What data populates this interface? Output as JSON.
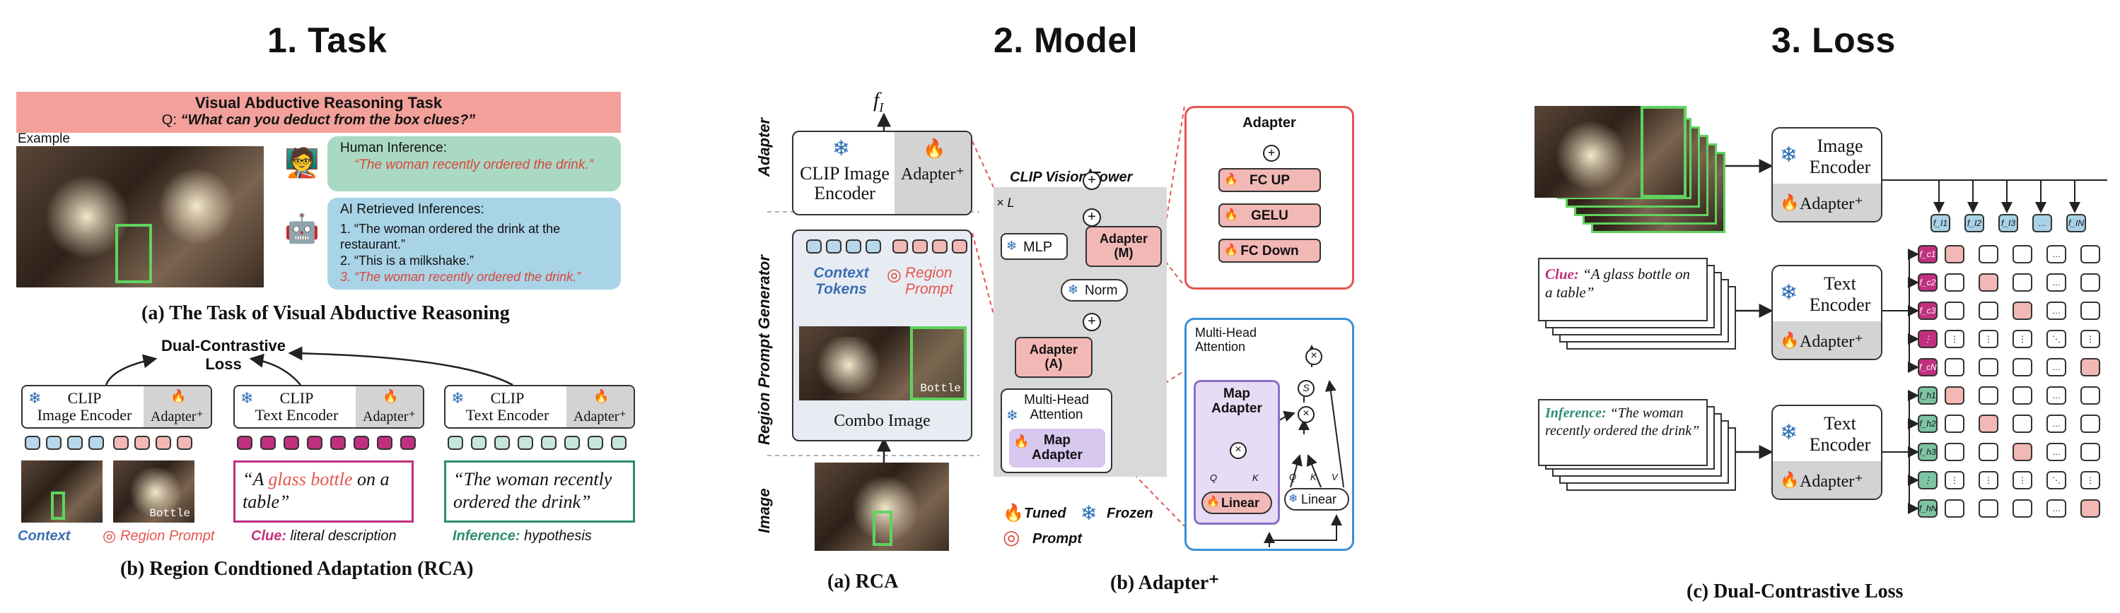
{
  "sections": {
    "task_title": "1. Task",
    "model_title": "2. Model",
    "loss_title": "3. Loss"
  },
  "task": {
    "header": "Visual Abductive Reasoning Task",
    "question_prefix": "Q: ",
    "question": "“What can you deduct from the box clues?”",
    "example_label": "Example",
    "human_title": "Human Inference:",
    "human_text": "“The woman recently ordered the drink.”",
    "ai_title": "AI Retrieved Inferences:",
    "ai_items": [
      "1. “The woman ordered the drink at  the restaurant.”",
      "2. “This is a milkshake.”",
      "3. “The woman recently ordered the drink.”"
    ],
    "caption_a": "(a) The Task of Visual Abductive Reasoning",
    "dual_loss": "Dual-Contrastive\nLoss",
    "encoders": [
      {
        "name": "CLIP\nImage Encoder",
        "adapter": "Adapter⁺"
      },
      {
        "name": "CLIP\nText Encoder",
        "adapter": "Adapter⁺"
      },
      {
        "name": "CLIP\nText Encoder",
        "adapter": "Adapter⁺"
      }
    ],
    "bottle_label": "Bottle",
    "clue_quote_pre": "“A ",
    "clue_quote_hl": "glass bottle",
    "clue_quote_post": " on a table”",
    "inference_quote": "“The woman recently ordered the drink”",
    "legend_context": "Context",
    "legend_region": "Region Prompt",
    "legend_clue": "Clue:",
    "legend_clue_desc": " literal description",
    "legend_inference": "Inference:",
    "legend_inference_desc": " hypothesis",
    "caption_b": "(b) Region Condtioned Adaptation (RCA)"
  },
  "model": {
    "side_labels": [
      "Adapter",
      "Region Prompt Generator",
      "Image"
    ],
    "f_label": "f",
    "f_sub": "I",
    "clip_image_encoder": "CLIP Image\nEncoder",
    "adapter_plus": "Adapter⁺",
    "context_tokens": "Context\nTokens",
    "region_prompt": "Region\nPrompt",
    "bottle_label": "Bottle",
    "combo_image": "Combo Image",
    "caption_a": "(a) RCA",
    "vision_tower": "CLIP Vision Tower",
    "times_l": "× L",
    "mlp": "MLP",
    "adapter_m": "Adapter\n(M)",
    "norm": "Norm",
    "adapter_a": "Adapter\n(A)",
    "mha": "Multi-Head\nAttention",
    "map_adapter": "Map\nAdapter",
    "adapter_detail_title": "Adapter",
    "fc_up": "FC UP",
    "gelu": "GELU",
    "fc_down": "FC Down",
    "mha_detail_title": "Multi-Head\nAttention",
    "map_adapter_detail": "Map\nAdapter",
    "linear": "Linear",
    "q": "Q",
    "k": "K",
    "v": "V",
    "s": "S",
    "legend_tuned": "Tuned",
    "legend_frozen": "Frozen",
    "legend_prompt": "Prompt",
    "caption_b": "(b) Adapter⁺"
  },
  "loss": {
    "image_encoder": "Image\nEncoder",
    "text_encoder": "Text\nEncoder",
    "adapter": "Adapter⁺",
    "clue_prefix": "Clue:",
    "clue_text": " “A glass bottle on a table”",
    "inference_prefix": "Inference:",
    "inference_text": " “The woman recently ordered the drink”",
    "image_feats": [
      "f_I1",
      "f_I2",
      "f_I3",
      "…",
      "f_IN"
    ],
    "clue_feats": [
      "f_c1",
      "f_c2",
      "f_c3",
      "⋮",
      "f_cN"
    ],
    "inf_feats": [
      "f_h1",
      "f_h2",
      "f_h3",
      "⋮",
      "f_hN"
    ],
    "caption_c": "(c) Dual-Contrastive Loss"
  },
  "colors": {
    "task_header": "#f3a09a",
    "human_bubble": "#a9d8c3",
    "ai_bubble": "#a9d3e6",
    "red_text": "#d9473b",
    "clue_magenta": "#c0307f",
    "inference_teal": "#2f8b74",
    "context_blue": "#3b6fb3",
    "adapter_gray": "#d3d3d3",
    "tuned_pink": "#f2b8b5",
    "vision_tower_bg": "#d9d9d9",
    "adapter_detail_border": "#e5554f",
    "mha_detail_border": "#3a8fd8",
    "map_adapter_purple": "#d8c8f0"
  }
}
